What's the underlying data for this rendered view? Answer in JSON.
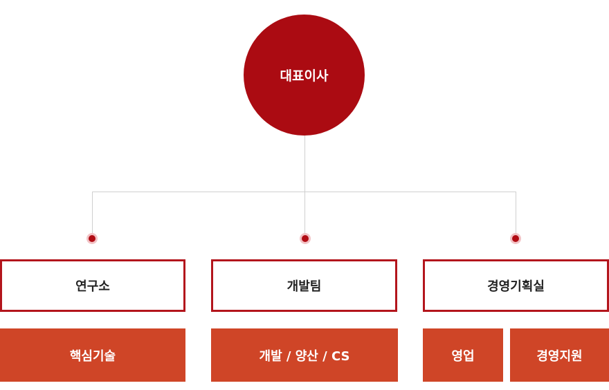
{
  "ceo": {
    "label": "대표이사"
  },
  "departments": [
    {
      "label": "연구소",
      "subunits": [
        "핵심기술"
      ]
    },
    {
      "label": "개발팀",
      "subunits": [
        "개발 / 양산 / CS"
      ]
    },
    {
      "label": "경영기획실",
      "subunits": [
        "영업",
        "경영지원"
      ]
    }
  ],
  "colors": {
    "ceo_fill": "#ab0b12",
    "dept_border": "#b3151c",
    "subunit_fill": "#cf4527",
    "connector": "#cfcfcf"
  }
}
